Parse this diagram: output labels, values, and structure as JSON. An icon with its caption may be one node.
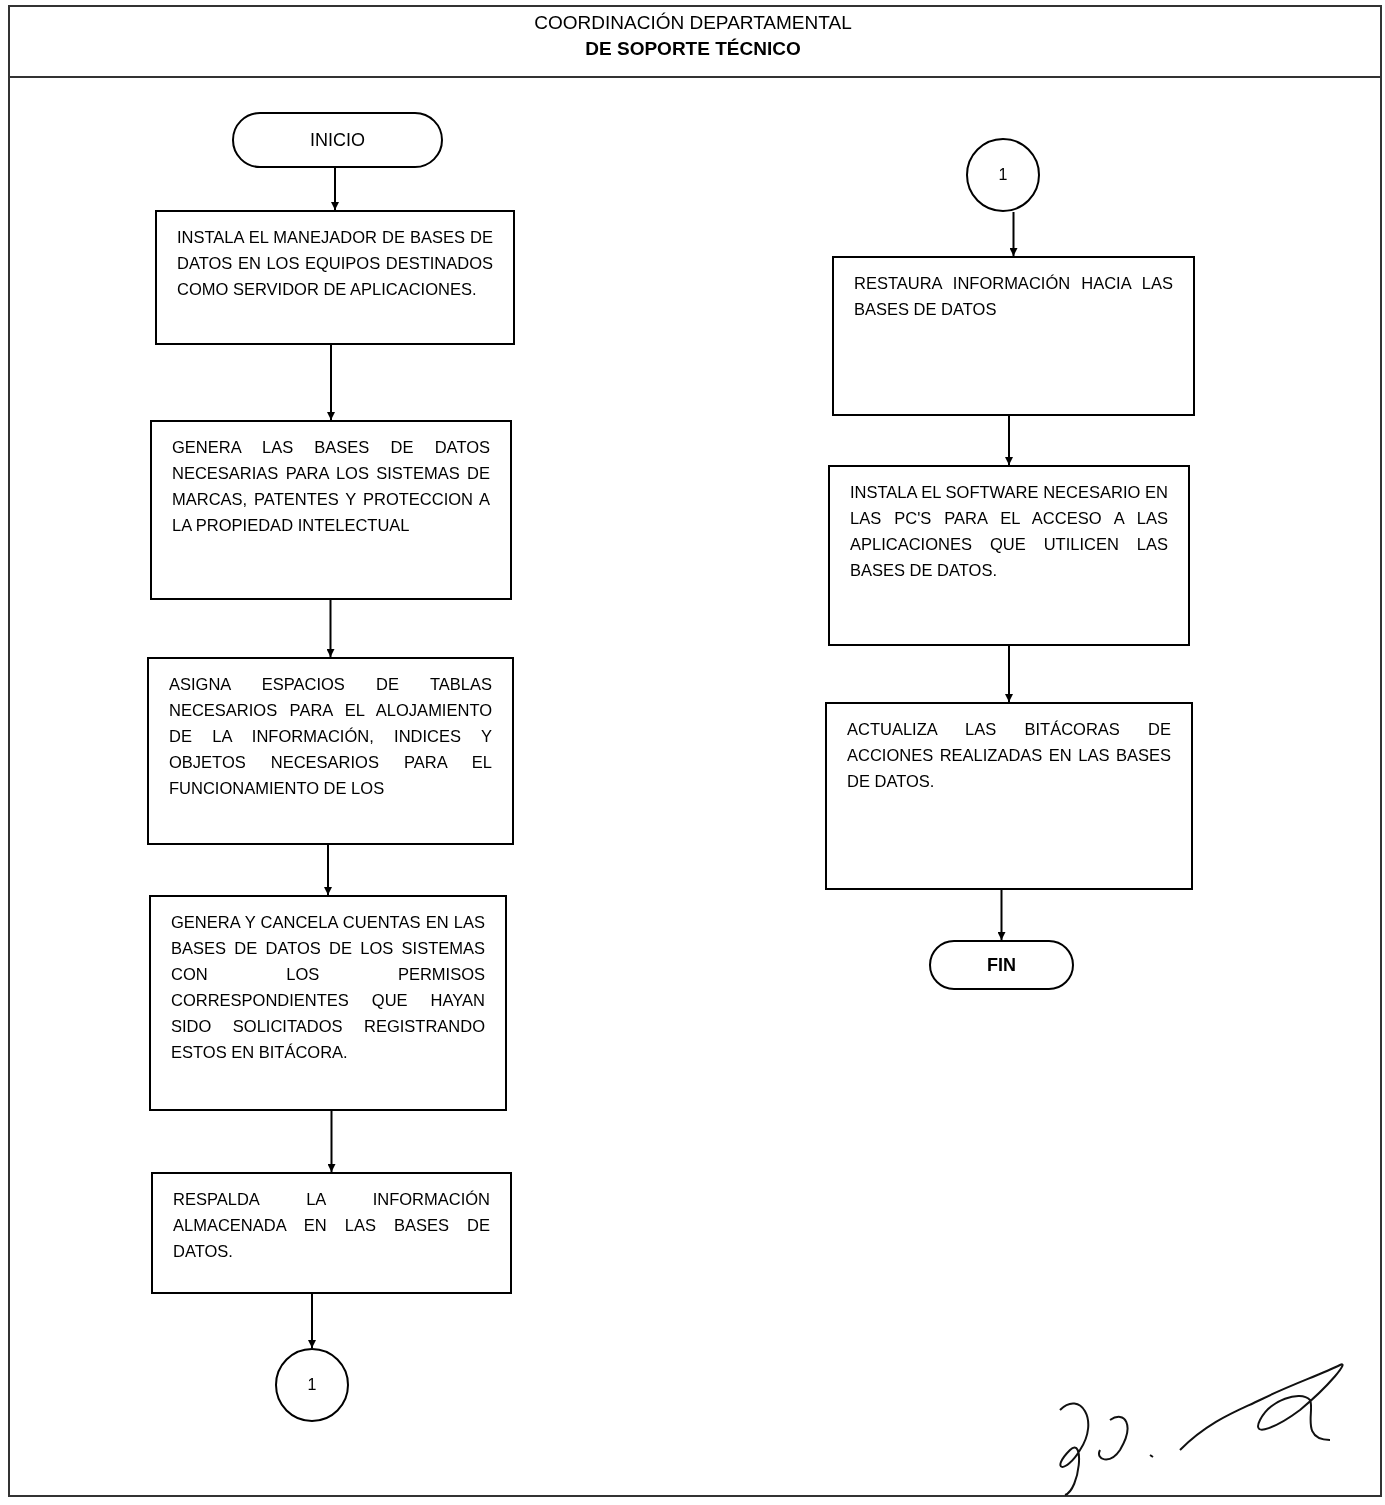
{
  "diagram": {
    "title": "COORDINACIÓN DEPARTAMENTAL **DE SOPORTE TÉCNICO**",
    "nodes": [
      {
        "text": [
          "INICIO"
        ]
      },
      {
        "text": [
          "INSTALA EL MANEJADOR DE BASES DE DATOS EN LOS EQUIPOS DESTINADOS COMO SERVIDOR DE APLICACIONES."
        ]
      },
      {
        "text": [
          "GENERA LAS BASES DE DATOS NECESARIAS PARA LOS SISTEMAS DE MARCAS, PATENTES Y PROTECCION A LA PROPIEDAD INTELECTUAL"
        ]
      },
      {
        "text": [
          "ASIGNA ESPACIOS DE TABLAS NECESARIOS PARA EL ALOJAMIENTO DE LA INFORMACIÓN, INDICES Y OBJETOS NECESARIOS PARA EL FUNCIONAMIENTO DE LOS"
        ]
      },
      {
        "text": [
          "GENERA Y CANCELA CUENTAS EN LAS BASES DE DATOS DE LOS SISTEMAS CON LOS PERMISOS CORRESPONDIENTES QUE HAYAN SIDO SOLICITADOS REGISTRANDO ESTOS EN BITÁCORA."
        ]
      },
      {
        "text": [
          "RESPALDA LA INFORMACIÓN ALMACENADA EN LAS BASES DE DATOS."
        ]
      },
      {
        "text": [
          "1"
        ]
      },
      {
        "text": [
          "1"
        ]
      },
      {
        "text": [
          "RESTAURA INFORMACIÓN HACIA LAS BASES DE DATOS"
        ]
      },
      {
        "text": [
          "INSTALA EL SOFTWARE NECESARIO EN LAS PC'S PARA EL ACCESO A LAS APLICACIONES QUE UTILICEN LAS BASES DE DATOS."
        ]
      },
      {
        "text": [
          "ACTUALIZA LAS BITÁCORAS DE ACCIONES REALIZADAS EN LAS BASES DE DATOS."
        ]
      },
      {
        "text": [
          "FIN"
        ]
      }
    ],
    "edges": [
      {
        "from": 0,
        "to": 1,
        "arrow": "to"
      },
      {
        "from": 1,
        "to": 2,
        "arrow": "to"
      },
      {
        "from": 2,
        "to": 3,
        "arrow": "to"
      },
      {
        "from": 3,
        "to": 4,
        "arrow": "to"
      },
      {
        "from": 4,
        "to": 5,
        "arrow": "to"
      },
      {
        "from": 5,
        "to": 6,
        "arrow": "to"
      },
      {
        "from": 7,
        "to": 8,
        "arrow": "to"
      },
      {
        "from": 8,
        "to": 9,
        "arrow": "to"
      },
      {
        "from": 9,
        "to": 10,
        "arrow": "to"
      },
      {
        "from": 10,
        "to": 11,
        "arrow": "to"
      }
    ]
  }
}
